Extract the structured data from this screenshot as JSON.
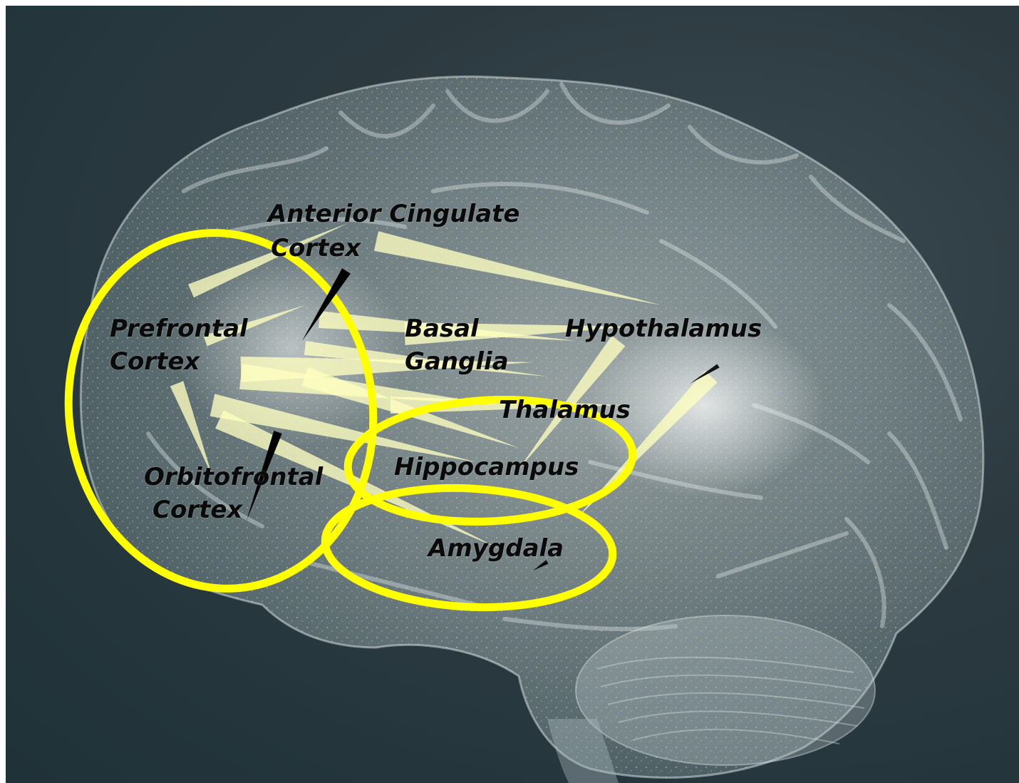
{
  "diagram": {
    "labels": {
      "anterior_cingulate_line1": "Anterior Cingulate",
      "anterior_cingulate_line2": "Cortex",
      "prefrontal_line1": "Prefrontal",
      "prefrontal_line2": "Cortex",
      "basal_ganglia_line1": "Basal",
      "basal_ganglia_line2": "Ganglia",
      "hypothalamus": "Hypothalamus",
      "thalamus": "Thalamus",
      "hippocampus": "Hippocampus",
      "orbitofrontal_line1": "Orbitofrontal",
      "orbitofrontal_line2": "Cortex",
      "amygdala": "Amygdala"
    },
    "colors": {
      "highlight": "#ffff00",
      "connection": "#ffffc0",
      "pointer": "#000000",
      "background": "#24363c",
      "brain": "#c9d6d8"
    }
  }
}
